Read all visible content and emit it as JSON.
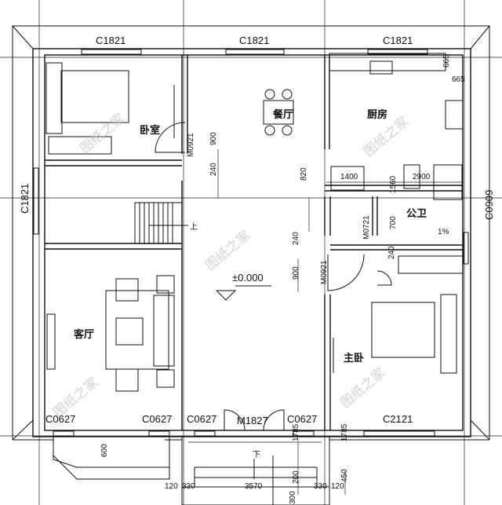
{
  "rooms": {
    "bedroom": "卧室",
    "dining": "餐厅",
    "kitchen": "厨房",
    "bathroom": "公卫",
    "living": "客厅",
    "master": "主卧"
  },
  "windows": {
    "top1": "C1821",
    "top2": "C1821",
    "top3": "C1821",
    "left": "C1821",
    "right": "C0909",
    "bottom1": "C0627",
    "bottom2": "C0627",
    "bottom3": "C0627",
    "bottom4": "C0627",
    "bottom5": "C2121"
  },
  "doors": {
    "bedroom": "M0921",
    "bath": "M0721",
    "master": "M0921",
    "front": "M1827"
  },
  "dimensions": {
    "k665a": "665",
    "k665b": "665",
    "k1400": "1400",
    "k2900": "2900",
    "d900a": "900",
    "d240a": "240",
    "d820": "820",
    "d1560": "1560",
    "d700": "700",
    "d240b": "240",
    "d240c": "240",
    "d900b": "900",
    "d600": "600",
    "d1785a": "1785",
    "d1785b": "1785",
    "d200": "200",
    "d450": "450",
    "d300": "300",
    "b120a": "120",
    "b330a": "330",
    "b3570": "3570",
    "b330b": "330",
    "b120b": "120"
  },
  "annotations": {
    "elevation": "±0.000",
    "up": "上",
    "down": "下",
    "slope": "1%"
  },
  "watermark": "图纸之家"
}
